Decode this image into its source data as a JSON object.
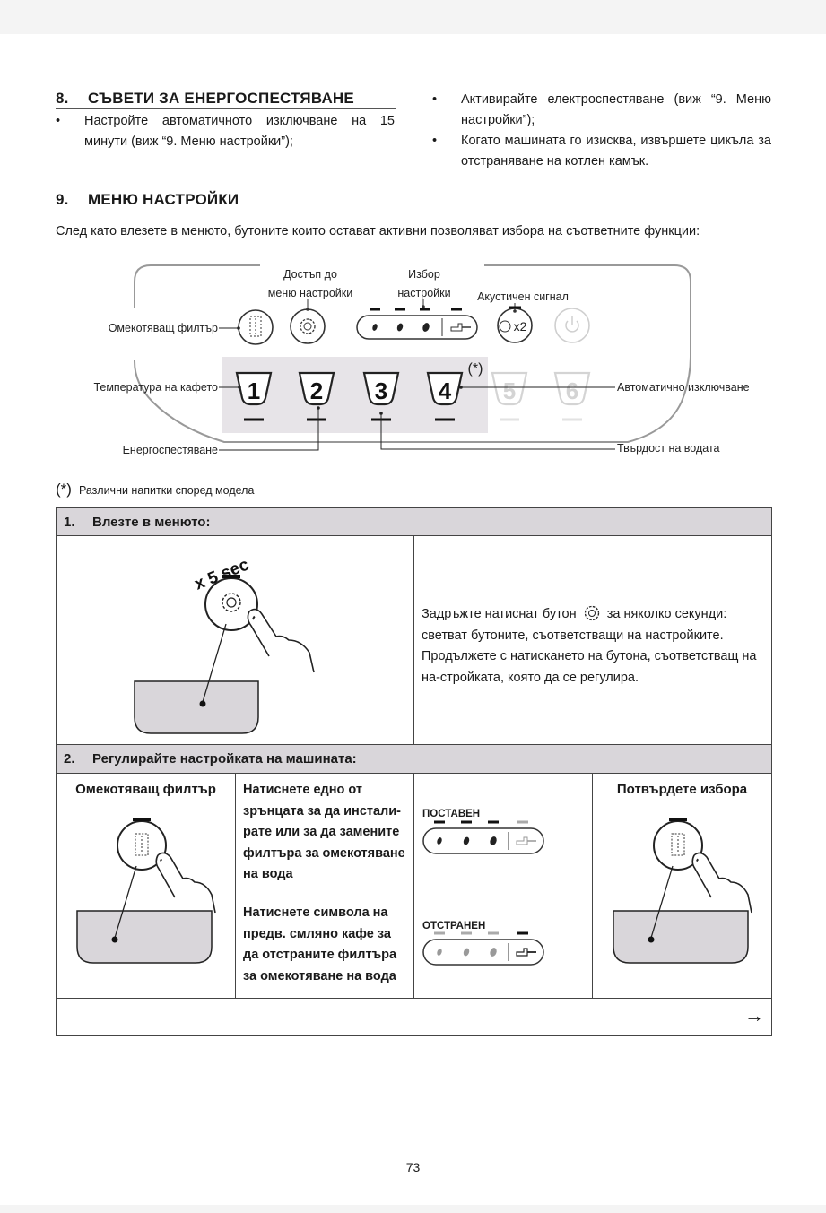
{
  "section8": {
    "number": "8.",
    "title": "СЪВЕТИ ЗА ЕНЕРГОСПЕСТЯВАНЕ",
    "bullets_left": [
      "Настройте автоматичното изключване на 15 минути (виж “9. Меню настройки”);"
    ],
    "bullets_right": [
      "Активирайте електроспестяване (виж “9. Меню настройки”);",
      "Когато машината го изисква, извършете цикъла за отстраняване на котлен камък."
    ],
    "bullet_symbol": "•"
  },
  "section9": {
    "number": "9.",
    "title": "МЕНЮ НАСТРОЙКИ",
    "intro": "След като влезете в менюто, бутоните които остават активни позволяват избора на съответните функции:"
  },
  "panel": {
    "label_access_line1": "Достъп до",
    "label_access_line2": "меню настройки",
    "label_select_line1": "Избор",
    "label_select_line2": "настройки",
    "label_acoustic": "Акустичен сигнал",
    "label_filter": "Омекотяващ филтър",
    "label_temp": "Температура на кафето",
    "label_auto_off": "Автоматично изключване",
    "label_energy": "Енергоспестяване",
    "label_hardness": "Твърдост на водата",
    "asterisk": "(*)",
    "x2": "x2",
    "cups": [
      "1",
      "2",
      "3",
      "4",
      "5",
      "6"
    ]
  },
  "footnote": {
    "symbol": "(*)",
    "text": "Различни напитки според модела"
  },
  "table": {
    "step1": {
      "number": "1.",
      "title": "Влезте в менюто:",
      "hold_label": "x 5 sec",
      "text_part1": "Задръжте натиснат бутон",
      "text_part2": "за няколко секунди: светват бутоните, съответстващи на настройките.",
      "text_part3": "Продължете с натискането на бутона, съответстващ на на-стройката, която да се регулира."
    },
    "step2": {
      "number": "2.",
      "title": "Регулирайте настройката на машината:",
      "col1_title": "Омекотяващ филтър",
      "row1_text": "Натиснете едно от зрънцата за да инстали-рате или за да замените филтъра за омекотяване на вода",
      "row1_label": "ПОСТАВЕН",
      "row2_text": "Натиснете символа на предв. смляно кафе за да отстраните филтъра за омекотяване на вода",
      "row2_label": "ОТСТРАНЕН",
      "col4_title": "Потвърдете избора"
    },
    "continue_arrow": "→"
  },
  "page_number": "73",
  "colors": {
    "bar_bg": "#d9d6da",
    "highlight_bg": "#e7e4e8",
    "faded_icon": "#cfcfcf"
  }
}
